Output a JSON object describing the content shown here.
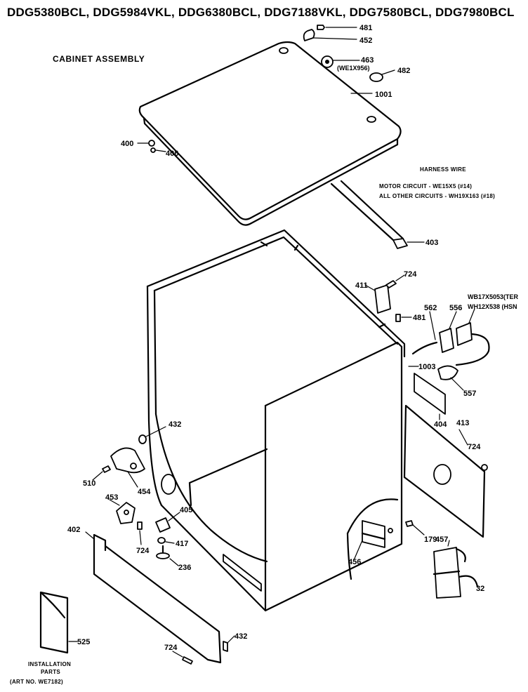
{
  "header": {
    "models": "DDG5380BCL, DDG5984VKL, DDG6380BCL, DDG7188VKL, DDG7580BCL, DDG7980BCL",
    "subtitle": "CABINET ASSEMBLY"
  },
  "harness_note": {
    "title": "HARNESS WIRE",
    "line1": "MOTOR CIRCUIT - WE15X5 (#14)",
    "line2": "ALL OTHER CIRCUITS - WH19X163 (#18)"
  },
  "installation": {
    "line1": "INSTALLATION",
    "line2": "PARTS",
    "line3": "(ART NO. WE7182)"
  },
  "callouts": {
    "p481_top": "481",
    "p452": "452",
    "p463": "463",
    "p463_sub": "(WE1X956)",
    "p482": "482",
    "p1001": "1001",
    "p400": "400",
    "p406": "406",
    "p403": "403",
    "p411": "411",
    "p724_a": "724",
    "p481_b": "481",
    "p562": "562",
    "p556": "556",
    "wb17": "WB17X5053(TER",
    "wh12": "WH12X538 (HSN",
    "p1003": "1003",
    "p557": "557",
    "p404": "404",
    "p413": "413",
    "p724_b": "724",
    "p432_a": "432",
    "p510": "510",
    "p454": "454",
    "p453": "453",
    "p405": "405",
    "p724_c": "724",
    "p417": "417",
    "p236": "236",
    "p402": "402",
    "p456": "456",
    "p179": "179",
    "p457": "457",
    "p32": "32",
    "p525": "525",
    "p724_d": "724",
    "p432_b": "432"
  }
}
